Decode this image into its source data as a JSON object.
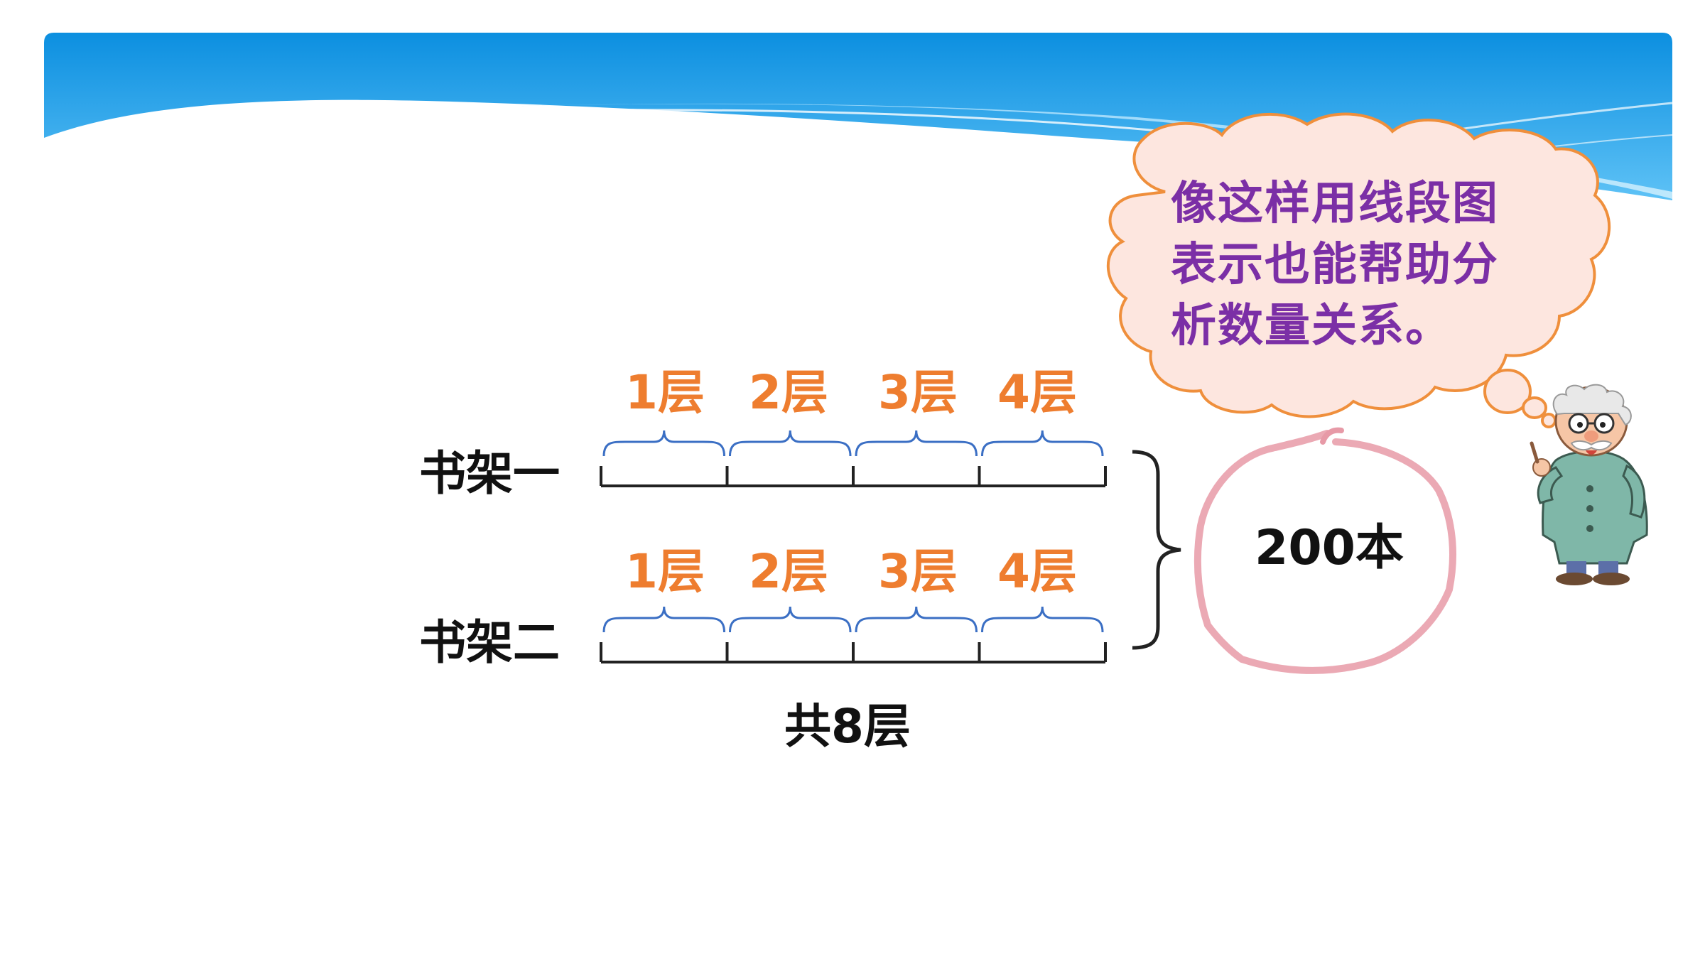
{
  "shelves": [
    {
      "name": "书架一",
      "layers": [
        "1层",
        "2层",
        "3层",
        "4层"
      ]
    },
    {
      "name": "书架二",
      "layers": [
        "1层",
        "2层",
        "3层",
        "4层"
      ]
    }
  ],
  "total_label": "共8层",
  "sum_label": "200本",
  "bubble": {
    "lines": [
      "像这样用线段图",
      "表示也能帮助分",
      "析数量关系。"
    ]
  },
  "colors": {
    "layer_text": "#ee7d2f",
    "brace": "#3b6fc4",
    "bubble_text": "#7b2fa6",
    "bubble_fill": "#fde6df",
    "bubble_stroke": "#ef8f3c",
    "cloud_stroke": "#e79aa7",
    "header_blue": "#159ce6"
  },
  "icons": {
    "character": "old-teacher-icon"
  }
}
